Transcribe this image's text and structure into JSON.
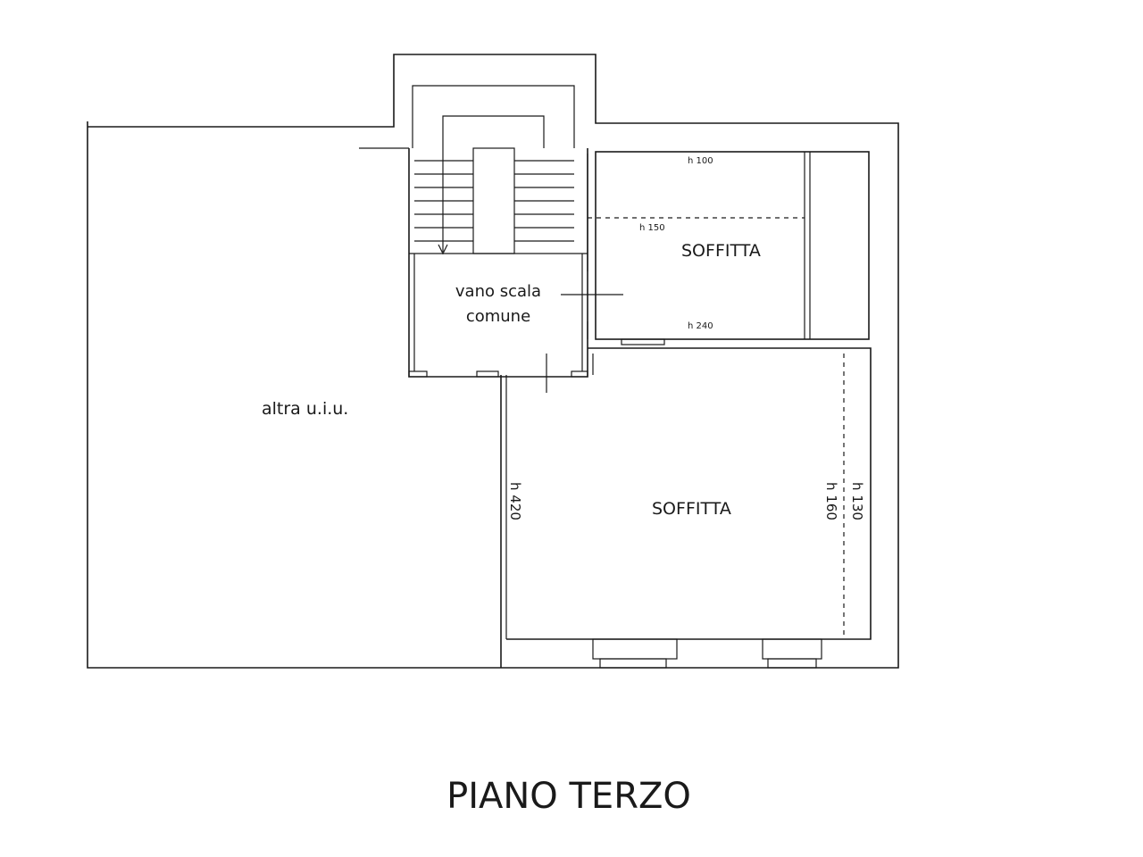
{
  "plan": {
    "title": "PIANO TERZO",
    "rooms": {
      "other_unit": "altra u.i.u.",
      "stair_line1": "vano scala",
      "stair_line2": "comune",
      "attic_upper": "SOFFITTA",
      "attic_lower": "SOFFITTA"
    },
    "heights": {
      "h100": "h 100",
      "h150": "h 150",
      "h240": "h 240",
      "h420": "h 420",
      "h160": "h 160",
      "h130": "h 130"
    }
  }
}
